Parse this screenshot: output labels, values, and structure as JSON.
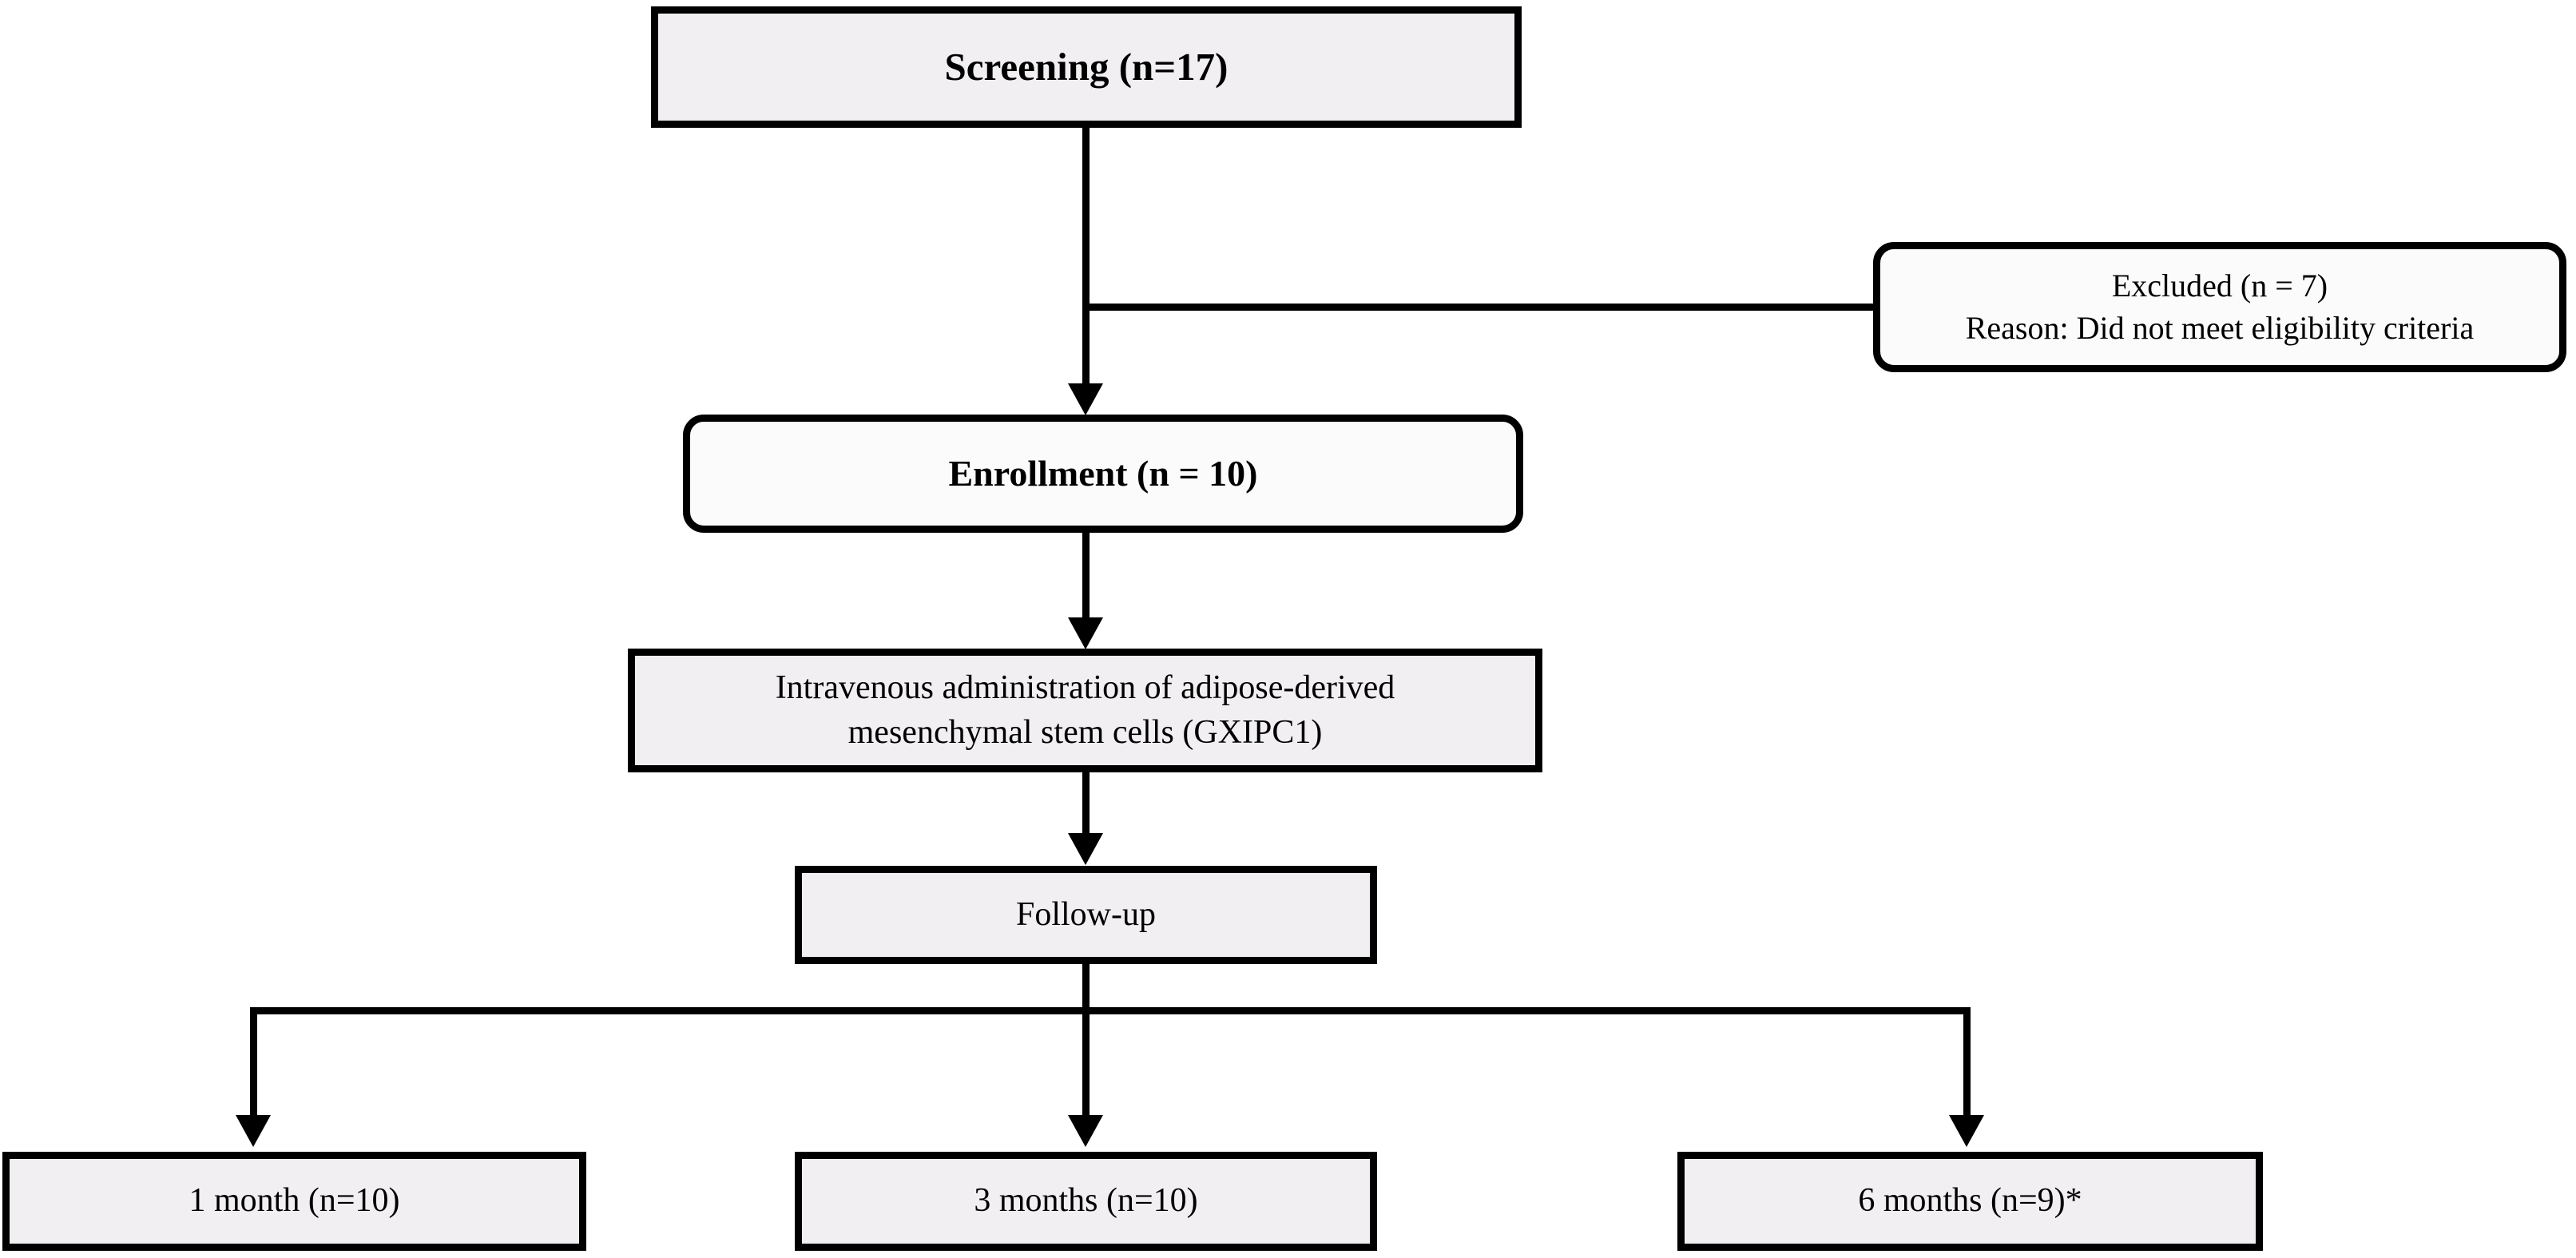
{
  "diagram": {
    "type": "flowchart",
    "title": "Clinical trial participant flow diagram",
    "palette": {
      "node_fill": "#f1eff2",
      "rounded_node_fill": "#fbfbfb",
      "border": "#000000",
      "background": "#ffffff",
      "text": "#000000"
    },
    "nodes": [
      {
        "id": "screening",
        "label": "Screening (n=17)",
        "shape": "rectangle",
        "emphasis": "bold",
        "n": 17
      },
      {
        "id": "excluded",
        "label_line1": "Excluded (n = 7)",
        "label_line2": "Reason: Did not meet eligibility criteria",
        "shape": "rounded-rectangle",
        "emphasis": "normal",
        "n": 7
      },
      {
        "id": "enrollment",
        "label": "Enrollment (n = 10)",
        "shape": "rounded-rectangle",
        "emphasis": "bold",
        "n": 10
      },
      {
        "id": "intervention",
        "label_line1": "Intravenous administration of adipose-derived",
        "label_line2": "mesenchymal stem cells (GXIPC1)",
        "shape": "rectangle",
        "emphasis": "normal"
      },
      {
        "id": "followup",
        "label": "Follow-up",
        "shape": "rectangle",
        "emphasis": "normal"
      },
      {
        "id": "month1",
        "label": "1 month (n=10)",
        "shape": "rectangle",
        "emphasis": "normal",
        "n": 10
      },
      {
        "id": "month3",
        "label": "3 months (n=10)",
        "shape": "rectangle",
        "emphasis": "normal",
        "n": 10
      },
      {
        "id": "month6",
        "label": "6 months (n=9)*",
        "shape": "rectangle",
        "emphasis": "normal",
        "n": 9
      }
    ],
    "edges": [
      {
        "from": "screening",
        "to": "enrollment",
        "style": "arrow-down"
      },
      {
        "from": "screening",
        "to": "excluded",
        "style": "elbow-right"
      },
      {
        "from": "enrollment",
        "to": "intervention",
        "style": "arrow-down"
      },
      {
        "from": "intervention",
        "to": "followup",
        "style": "arrow-down"
      },
      {
        "from": "followup",
        "to": "month1",
        "style": "fan-out-arrow"
      },
      {
        "from": "followup",
        "to": "month3",
        "style": "fan-out-arrow"
      },
      {
        "from": "followup",
        "to": "month6",
        "style": "fan-out-arrow"
      }
    ]
  }
}
